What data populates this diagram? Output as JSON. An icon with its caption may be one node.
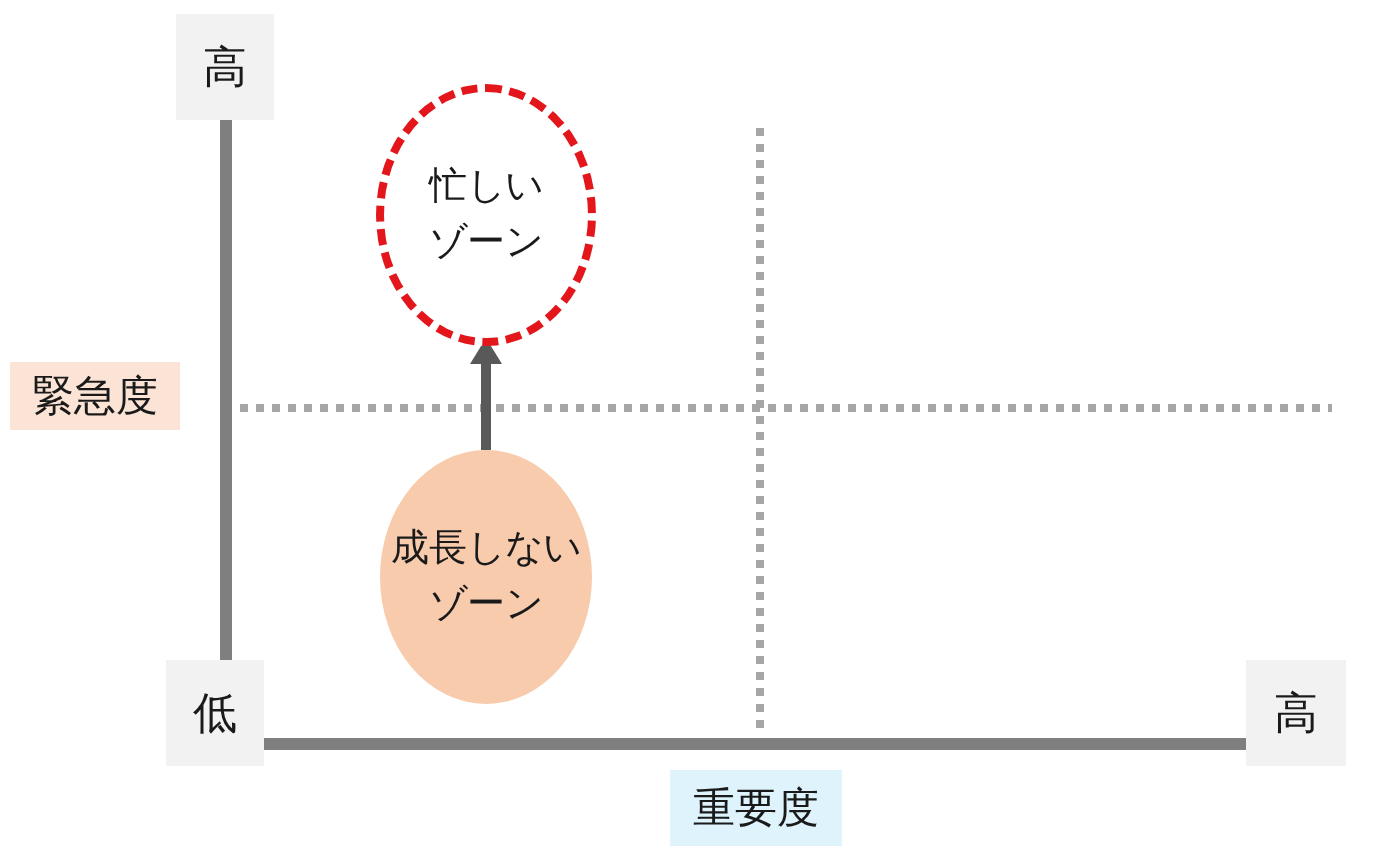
{
  "diagram": {
    "nodes": [
      {
        "text": [
          "高"
        ]
      },
      {
        "text": [
          "忙しいゾーン"
        ]
      },
      {
        "text": [
          "緊急度"
        ]
      },
      {
        "text": [
          "成長しないゾーン"
        ]
      },
      {
        "text": [
          "低"
        ]
      },
      {
        "text": [
          "高"
        ]
      },
      {
        "text": [
          "重要度"
        ]
      }
    ],
    "edges": [
      {
        "from": 3,
        "to": 1,
        "arrow": "to"
      }
    ]
  }
}
